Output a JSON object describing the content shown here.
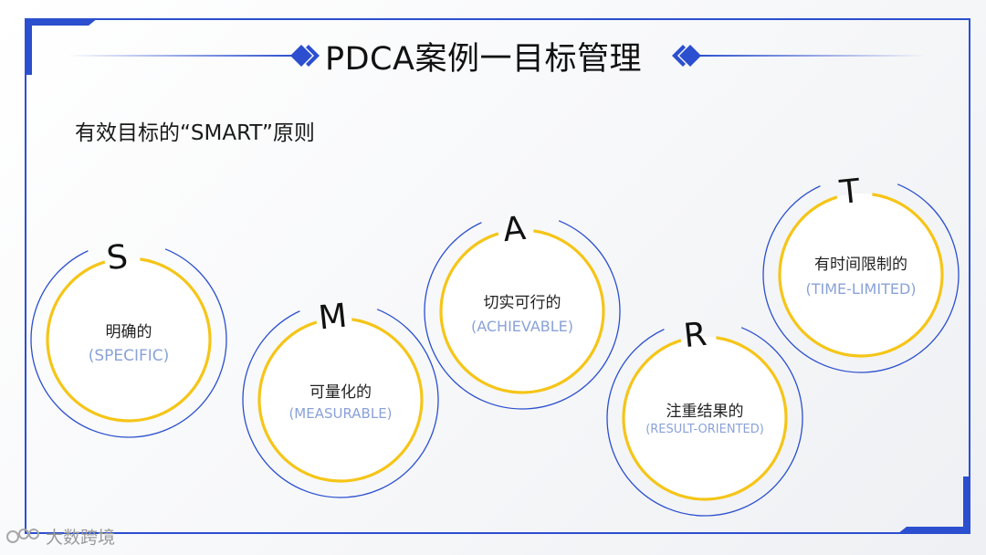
{
  "title": "PDCA案例一目标管理",
  "subtitle": "有效目标的“SMART”原则",
  "colors": {
    "accent": "#2b4fcf",
    "ring": "#f5c518",
    "outer_ring": "#2b4fcf",
    "english_text": "#8aa2d8"
  },
  "principles": [
    {
      "letter": "S",
      "zh": "明确的",
      "en": "(SPECIFIC)"
    },
    {
      "letter": "M",
      "zh": "可量化的",
      "en": "(MEASURABLE)"
    },
    {
      "letter": "A",
      "zh": "切实可行的",
      "en": "(ACHIEVABLE)"
    },
    {
      "letter": "R",
      "zh": "注重结果的",
      "en": "(RESULT-ORIENTED)"
    },
    {
      "letter": "T",
      "zh": "有时间限制的",
      "en": "(TIME-LIMITED)"
    }
  ],
  "watermark": {
    "text": "大数跨境",
    "icon": "brand-logo-icon"
  }
}
